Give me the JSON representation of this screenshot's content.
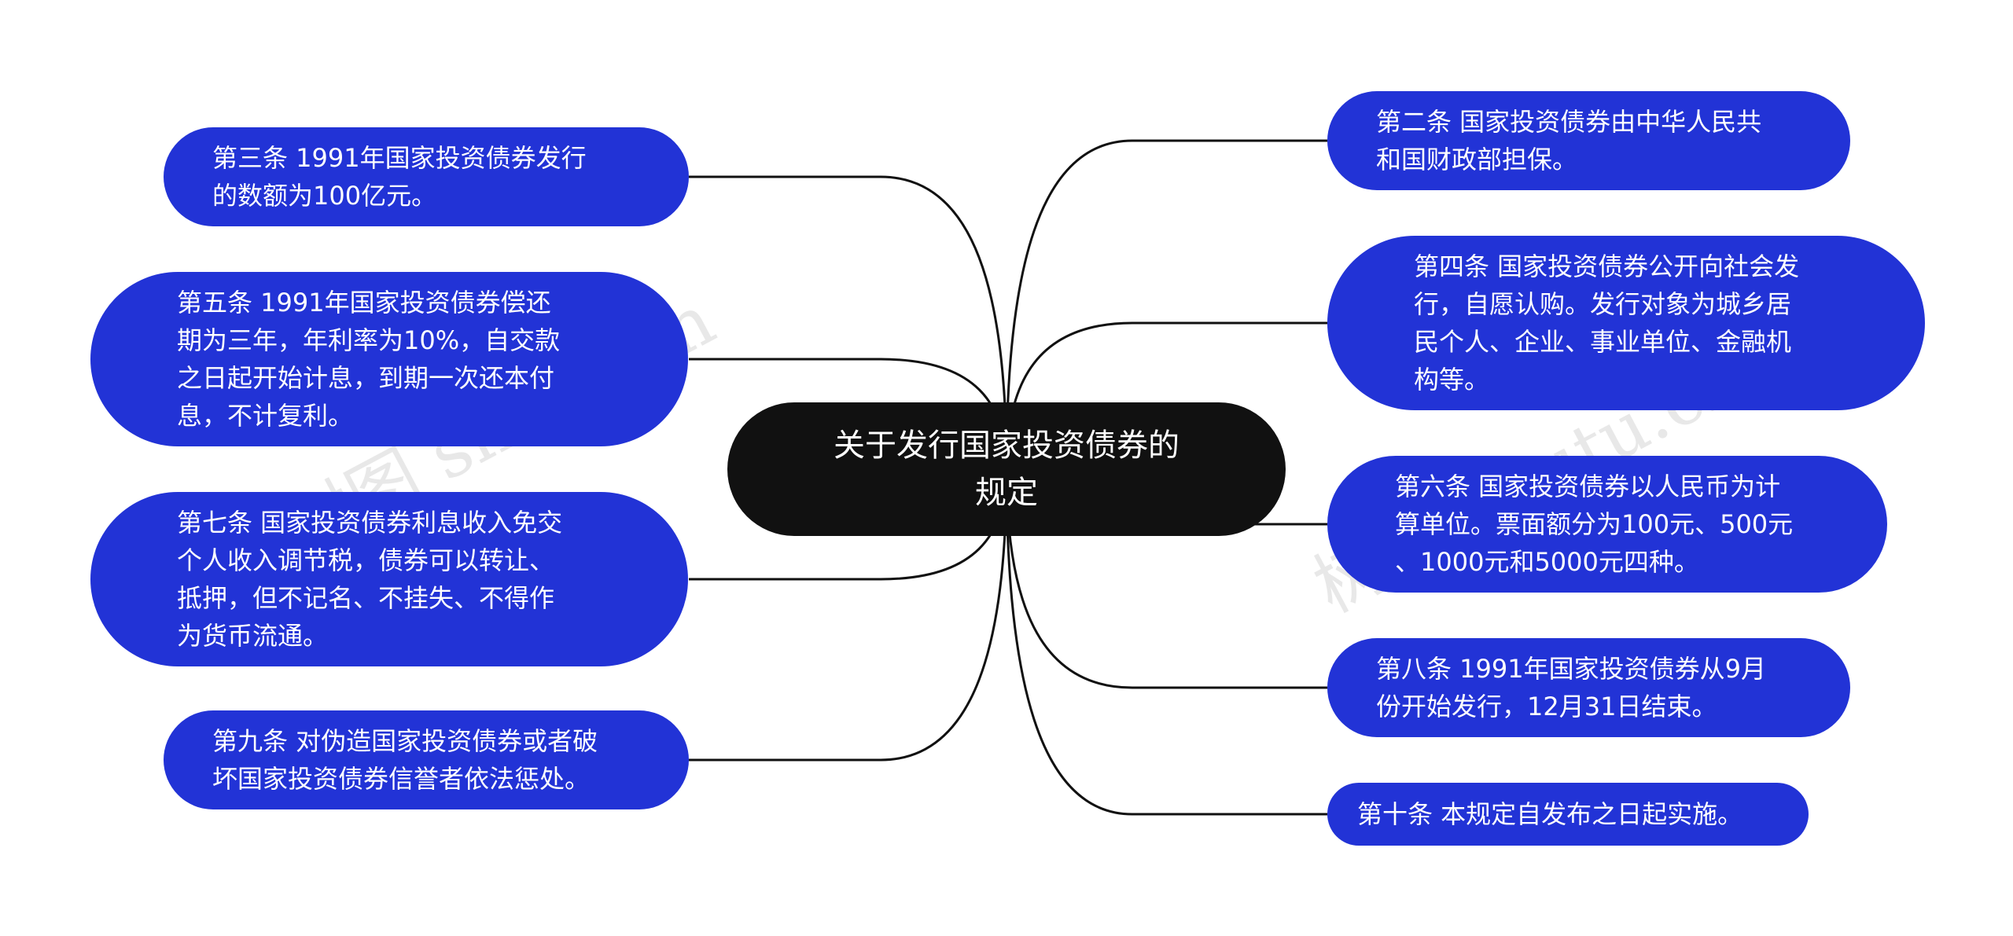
{
  "colors": {
    "node_bg": "#2233d6",
    "center_bg": "#111111",
    "link": "#111111",
    "text": "#ffffff"
  },
  "center": {
    "label": "关于发行国家投资债券的\n规定"
  },
  "nodes": {
    "art2": "第二条 国家投资债券由中华人民共\n和国财政部担保。",
    "art3": "第三条 1991年国家投资债券发行\n的数额为100亿元。",
    "art4": "第四条 国家投资债券公开向社会发\n行，自愿认购。发行对象为城乡居\n民个人、企业、事业单位、金融机\n构等。",
    "art5": "第五条 1991年国家投资债券偿还\n期为三年，年利率为10%，自交款\n之日起开始计息，到期一次还本付\n息，不计复利。",
    "art6": "第六条 国家投资债券以人民币为计\n算单位。票面额分为100元、500元\n、1000元和5000元四种。",
    "art7": "第七条 国家投资债券利息收入免交\n个人收入调节税，债券可以转让、\n抵押，但不记名、不挂失、不得作\n为货币流通。",
    "art8": "第八条 1991年国家投资债券从9月\n份开始发行，12月31日结束。",
    "art9": "第九条 对伪造国家投资债券或者破\n坏国家投资债券信誉者依法惩处。",
    "art10": "第十条 本规定自发布之日起实施。"
  },
  "watermark": {
    "text_left": "树图 shutu.cn",
    "text_right": "树图 shutu.cn"
  }
}
